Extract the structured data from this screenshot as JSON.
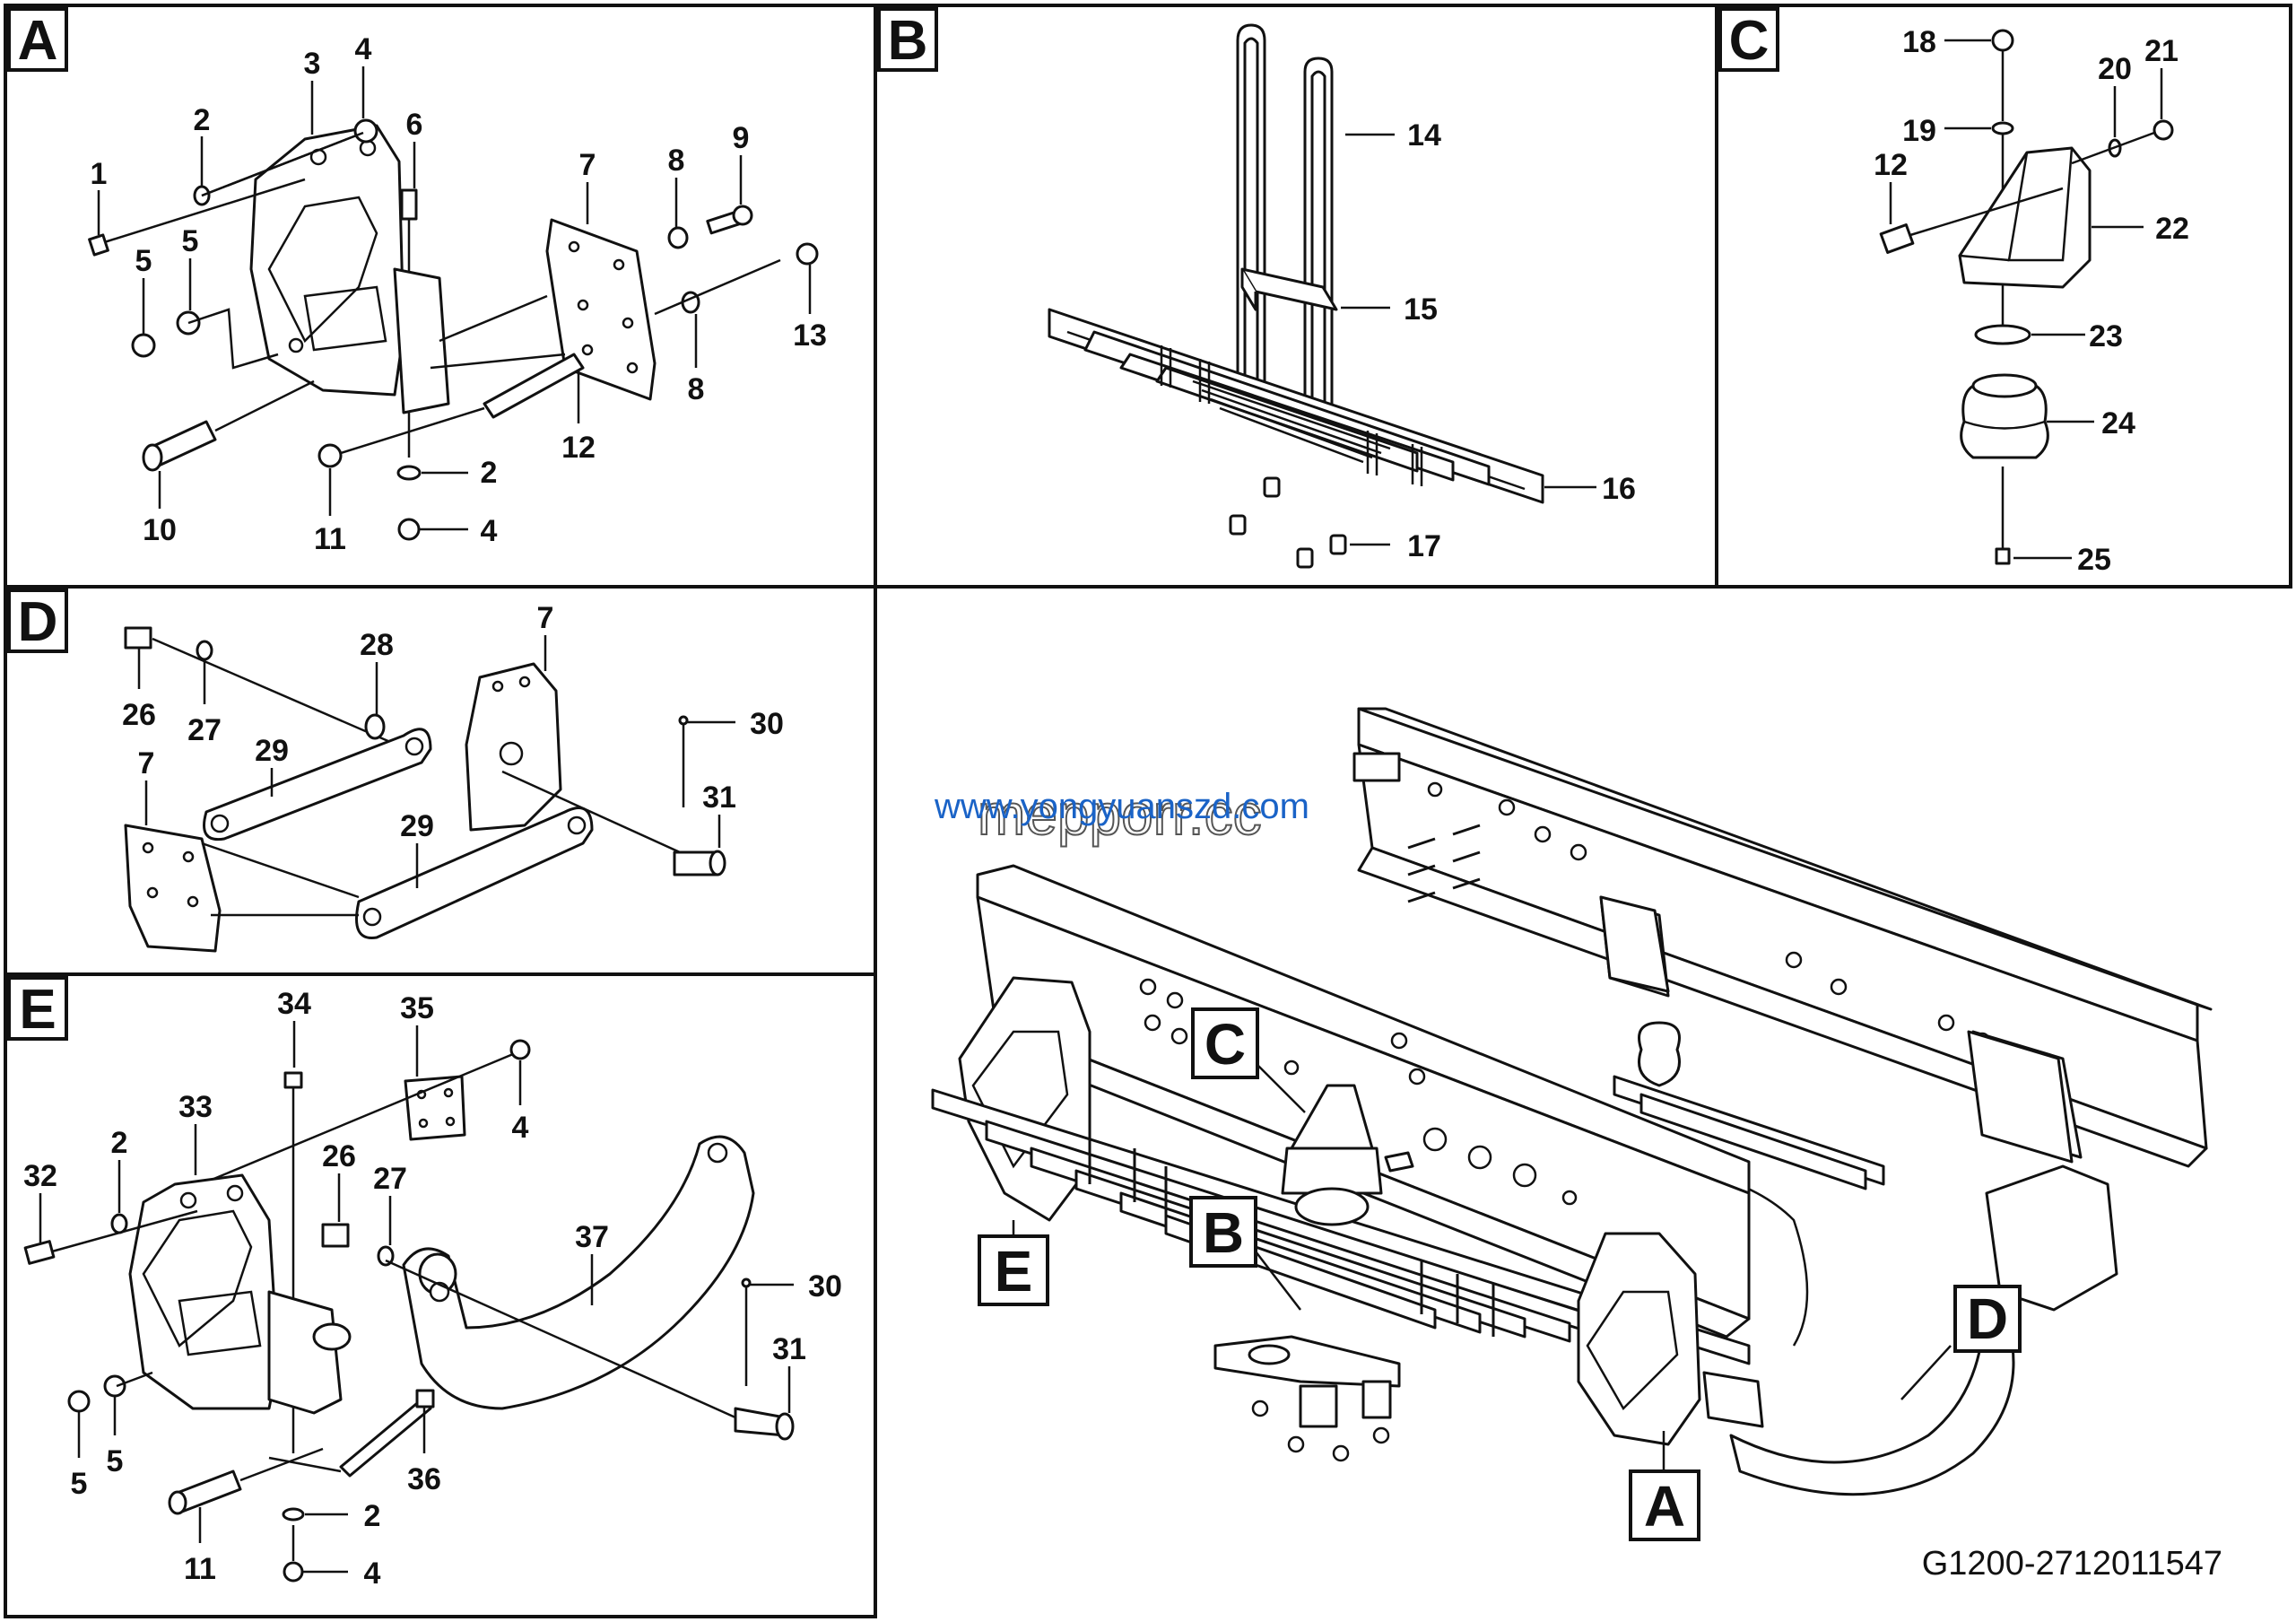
{
  "drawing_code": "G1200-2712011547",
  "watermarks": {
    "line1": "www.yongyuanszd.com",
    "line2": "mepporr.cc"
  },
  "panels": {
    "A": {
      "label": "A",
      "parts": [
        "1",
        "2",
        "3",
        "4",
        "5",
        "5",
        "6",
        "7",
        "8",
        "9",
        "13",
        "8",
        "12",
        "2",
        "4",
        "10",
        "11"
      ]
    },
    "B": {
      "label": "B",
      "parts": [
        "14",
        "15",
        "16",
        "17"
      ]
    },
    "C": {
      "label": "C",
      "parts": [
        "18",
        "19",
        "20",
        "21",
        "12",
        "22",
        "23",
        "24",
        "25"
      ]
    },
    "D": {
      "label": "D",
      "parts": [
        "26",
        "27",
        "28",
        "7",
        "29",
        "29",
        "7",
        "30",
        "31"
      ]
    },
    "E": {
      "label": "E",
      "parts": [
        "34",
        "35",
        "4",
        "33",
        "32",
        "2",
        "26",
        "27",
        "37",
        "30",
        "31",
        "5",
        "5",
        "11",
        "36",
        "2",
        "4"
      ]
    }
  },
  "overview_callouts": [
    "A",
    "B",
    "C",
    "D",
    "E"
  ]
}
